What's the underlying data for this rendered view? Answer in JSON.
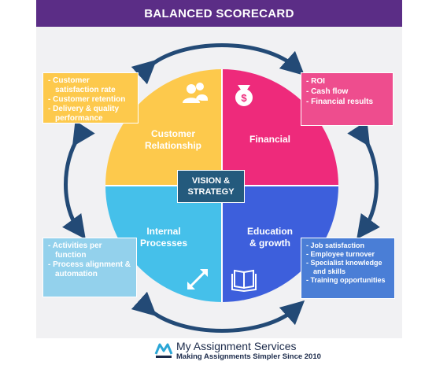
{
  "title": "BALANCED SCORECARD",
  "center": {
    "line1": "VISION &",
    "line2": "STRATEGY"
  },
  "quadrants": {
    "customer": {
      "line1": "Customer",
      "line2": "Relationship",
      "icon": "people-icon",
      "color": "#fdc94c"
    },
    "financial": {
      "line1": "Financial",
      "icon": "money-bag-icon",
      "color": "#ee2a7b"
    },
    "internal": {
      "line1": "Internal",
      "line2": "Processes",
      "icon": "expand-arrows-icon",
      "color": "#45c0ea"
    },
    "education": {
      "line1": "Education",
      "line2": "& growth",
      "icon": "open-book-icon",
      "color": "#3d5fdc"
    }
  },
  "boxes": {
    "customer": [
      "Customer satisfaction rate",
      "Customer retention",
      "Delivery & quality performance"
    ],
    "financial": [
      "ROI",
      "Cash flow",
      "Financial results"
    ],
    "internal": [
      "Activities per function",
      "Process alignment & automation"
    ],
    "education": [
      "Job satisfaction",
      "Employee turnover",
      "Specialist knowledge and skills",
      "Training opportunities"
    ]
  },
  "footer": {
    "brand": "My Assignment Services",
    "tagline": "Making Assignments Simpler Since 2010",
    "logo_icon": "ma-logo-icon"
  },
  "colors": {
    "header": "#5b2d86",
    "arrows": "#234a76",
    "center_box": "#245a7d"
  }
}
